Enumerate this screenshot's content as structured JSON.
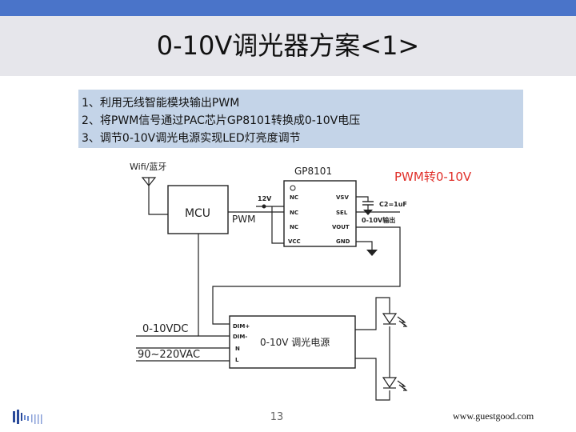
{
  "slide": {
    "title": "0-10V调光器方案<1>",
    "page_number": "13",
    "website": "www.guestgood.com"
  },
  "description": [
    "1、利用无线智能模块输出PWM",
    "2、将PWM信号通过PAC芯片GP8101转换成0-10V电压",
    "3、调节0-10V调光电源实现LED灯亮度调节"
  ],
  "diagram": {
    "wifi_label": "Wifi/蓝牙",
    "chip_name": "GP8101",
    "pwm_conversion_label": "PWM转0-10V",
    "mcu_label": "MCU",
    "pwm_label": "PWM",
    "supply_label": "12V",
    "capacitor_label": "C2=1uF",
    "output_label": "0-10V输出",
    "chip_pins_left": [
      "NC",
      "NC",
      "NC",
      "VCC"
    ],
    "chip_pins_right": [
      "VSV",
      "SEL",
      "VOUT",
      "GND"
    ],
    "vdc_label": "0-10VDC",
    "vac_label": "90~220VAC",
    "driver_pins": [
      "DIM+",
      "DIM-",
      "N",
      "L"
    ],
    "driver_label": "0-10V 调光电源"
  },
  "colors": {
    "accent_red": "#e0302a",
    "header_bar": "#4a74c9",
    "text_box": "#c4d4e8"
  }
}
